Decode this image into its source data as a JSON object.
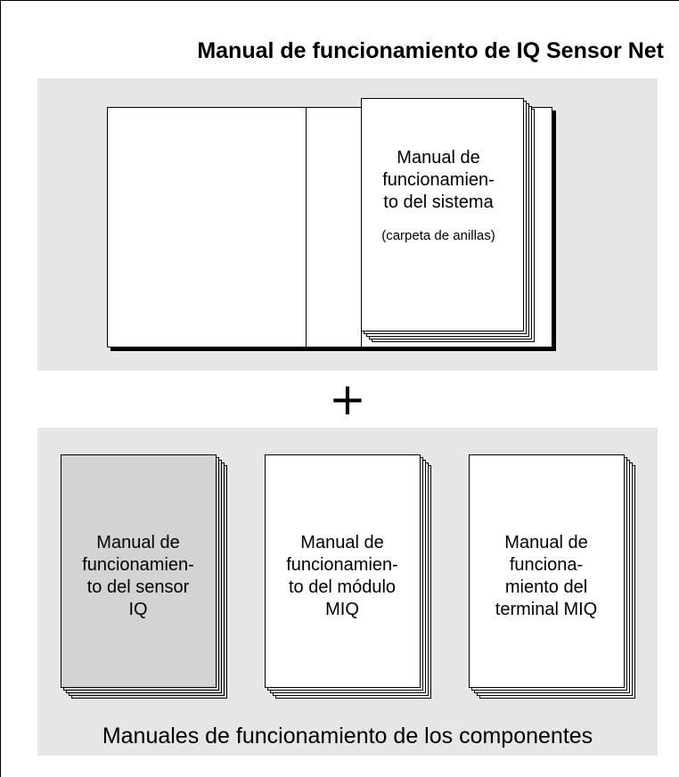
{
  "title": "Manual de funcionamiento de IQ Sensor Net",
  "plus_symbol": "+",
  "system_manual": {
    "lines": [
      "Manual de",
      "funcionamien-",
      "to del sistema"
    ],
    "note": "(carpeta de anillas)"
  },
  "component_manuals": [
    {
      "lines": [
        "Manual de",
        "funcionamien-",
        "to del sensor",
        "IQ"
      ],
      "shaded": true
    },
    {
      "lines": [
        "Manual de",
        "funcionamien-",
        "to del módulo",
        "MIQ"
      ],
      "shaded": false
    },
    {
      "lines": [
        "Manual de",
        "funciona-",
        "miento del",
        "terminal MIQ"
      ],
      "shaded": false
    }
  ],
  "bottom_caption": "Manuales de funcionamiento de los componentes",
  "colors": {
    "panel": "#e6e6e6",
    "shaded_page": "#d3d3d3",
    "page": "#ffffff",
    "line": "#000000"
  }
}
